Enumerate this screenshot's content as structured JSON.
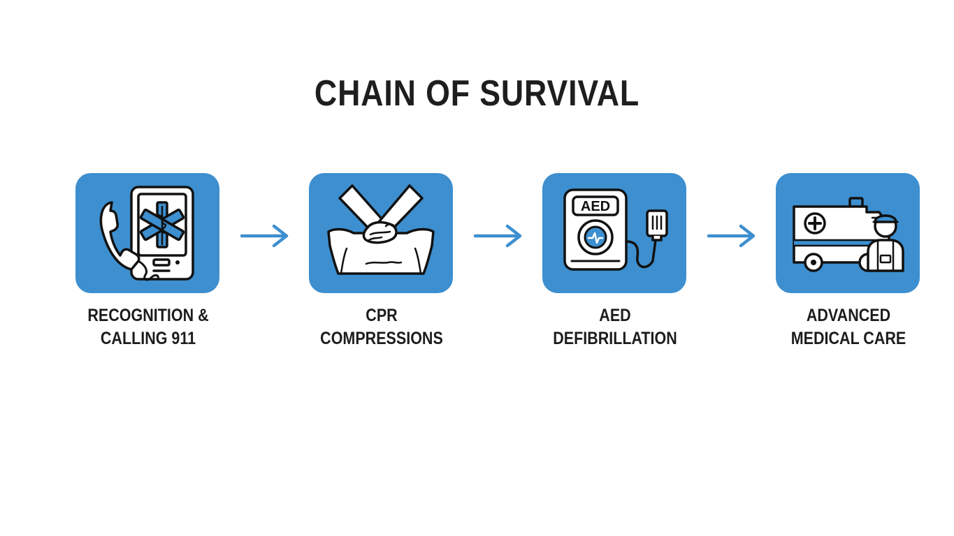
{
  "title": "CHAIN OF SURVIVAL",
  "colors": {
    "tile": "#3d8fcf",
    "arrow": "#3d8fcf",
    "ink": "#1c1c1c"
  },
  "steps": [
    {
      "icon": "phone-star-of-life-icon",
      "label_lines": [
        "RECOGNITION &",
        "CALLING 911"
      ]
    },
    {
      "icon": "cpr-hands-icon",
      "label_lines": [
        "CPR",
        "COMPRESSIONS"
      ]
    },
    {
      "icon": "aed-device-icon",
      "icon_text": "AED",
      "label_lines": [
        "AED",
        "DEFIBRILLATION"
      ]
    },
    {
      "icon": "ambulance-paramedic-icon",
      "label_lines": [
        "ADVANCED",
        "MEDICAL CARE"
      ]
    }
  ],
  "arrows": [
    "right-arrow-icon",
    "right-arrow-icon",
    "right-arrow-icon"
  ]
}
